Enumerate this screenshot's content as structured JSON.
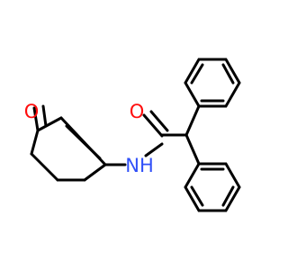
{
  "molecule": {
    "atoms": {
      "oxygen_ketone": "O",
      "oxygen_amide": "O",
      "nitrogen_amide": "NH"
    },
    "colors": {
      "oxygen": "#ff0d0d",
      "nitrogen": "#3050f8",
      "bond": "#000000"
    }
  }
}
